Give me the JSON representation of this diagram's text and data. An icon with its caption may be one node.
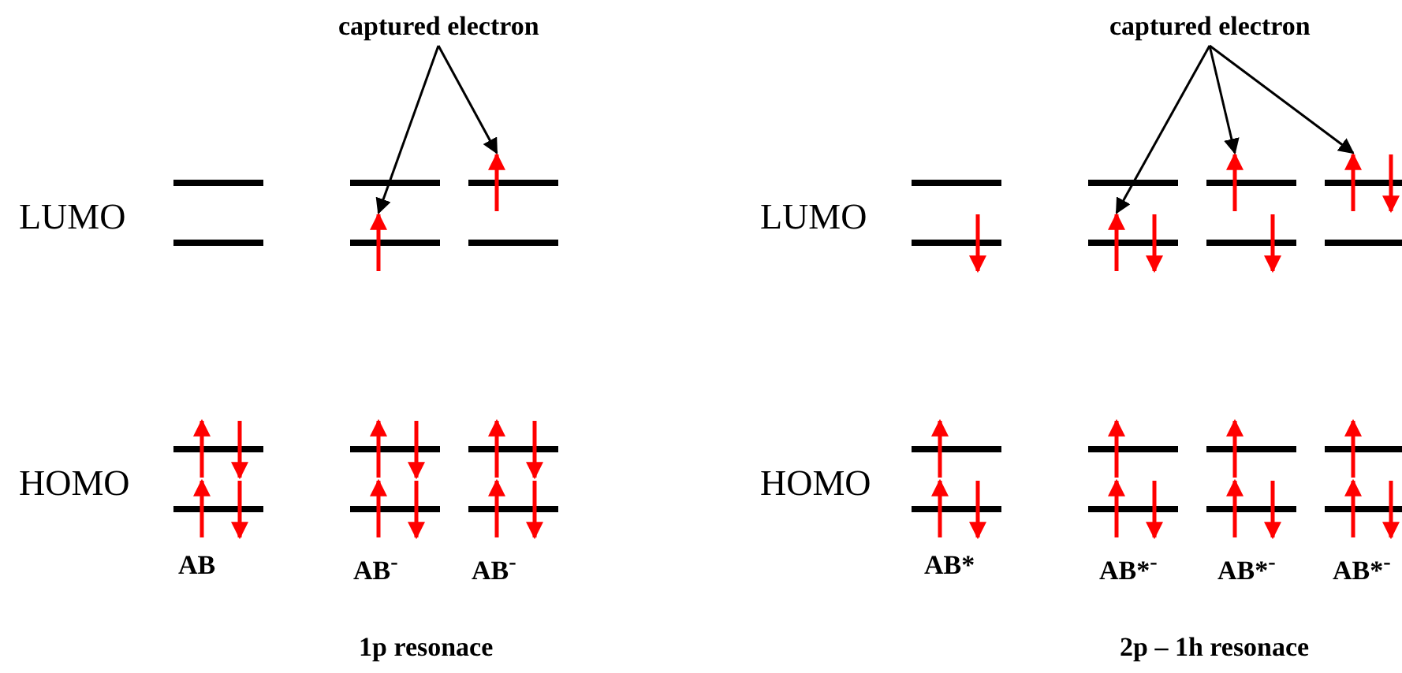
{
  "diagram": {
    "nodes": [
      {
        "text": [
          "captured electron"
        ]
      },
      {
        "text": [
          "captured electron"
        ]
      },
      {
        "text": [],
        "shape": "arrow"
      },
      {
        "text": [],
        "shape": "arrow"
      },
      {
        "text": [],
        "shape": "arrow"
      },
      {
        "text": [],
        "shape": "arrow"
      },
      {
        "text": [],
        "shape": "arrow"
      }
    ],
    "edges": [
      {
        "from": 0,
        "to": 2,
        "arrow": "to"
      },
      {
        "from": 0,
        "to": 3,
        "arrow": "to"
      },
      {
        "from": 1,
        "to": 4,
        "arrow": "to"
      },
      {
        "from": 1,
        "to": 5,
        "arrow": "to"
      },
      {
        "from": 1,
        "to": 6,
        "arrow": "to"
      }
    ],
    "labels": [
      "LUMO",
      "LUMO",
      "HOMO",
      "HOMO",
      "AB",
      "AB$^{-}$",
      "AB$^{-}$",
      "AB*",
      "AB*$^{-}$",
      "AB*$^{-}$",
      "AB*$^{-}$",
      "1p resonace",
      "2p – 1h resonace"
    ]
  }
}
